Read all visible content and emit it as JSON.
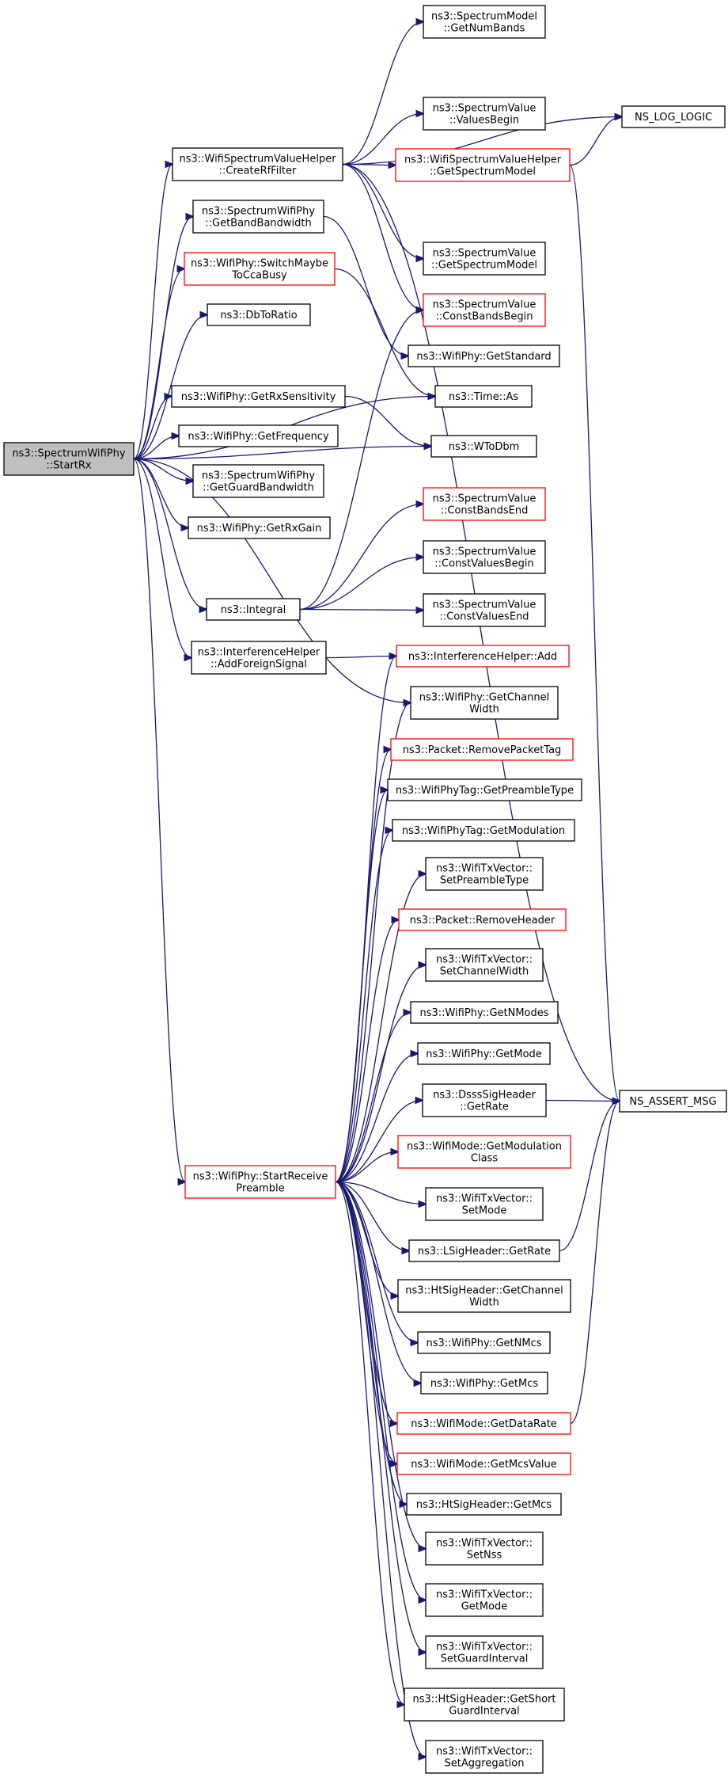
{
  "graph": {
    "nodes": [
      {
        "id": "start_rx",
        "lines": [
          "ns3::SpectrumWifiPhy",
          "::StartRx"
        ],
        "style": "root"
      },
      {
        "id": "create_rf_filter",
        "lines": [
          "ns3::WifiSpectrumValueHelper",
          "::CreateRfFilter"
        ],
        "style": "black"
      },
      {
        "id": "get_band_bandwidth",
        "lines": [
          "ns3::SpectrumWifiPhy",
          "::GetBandBandwidth"
        ],
        "style": "black"
      },
      {
        "id": "switch_maybe_cca",
        "lines": [
          "ns3::WifiPhy::SwitchMaybe",
          "ToCcaBusy"
        ],
        "style": "red"
      },
      {
        "id": "db_to_ratio",
        "lines": [
          "ns3::DbToRatio"
        ],
        "style": "black"
      },
      {
        "id": "get_rx_sensitivity",
        "lines": [
          "ns3::WifiPhy::GetRxSensitivity"
        ],
        "style": "black"
      },
      {
        "id": "get_frequency",
        "lines": [
          "ns3::WifiPhy::GetFrequency"
        ],
        "style": "black"
      },
      {
        "id": "get_guard_bandwidth",
        "lines": [
          "ns3::SpectrumWifiPhy",
          "::GetGuardBandwidth"
        ],
        "style": "black"
      },
      {
        "id": "get_rx_gain",
        "lines": [
          "ns3::WifiPhy::GetRxGain"
        ],
        "style": "black"
      },
      {
        "id": "integral",
        "lines": [
          "ns3::Integral"
        ],
        "style": "black"
      },
      {
        "id": "add_foreign_signal",
        "lines": [
          "ns3::InterferenceHelper",
          "::AddForeignSignal"
        ],
        "style": "black"
      },
      {
        "id": "start_receive_preamble",
        "lines": [
          "ns3::WifiPhy::StartReceive",
          "Preamble"
        ],
        "style": "red"
      },
      {
        "id": "get_num_bands",
        "lines": [
          "ns3::SpectrumModel",
          "::GetNumBands"
        ],
        "style": "black"
      },
      {
        "id": "values_begin",
        "lines": [
          "ns3::SpectrumValue",
          "::ValuesBegin"
        ],
        "style": "black"
      },
      {
        "id": "get_spectrum_model_helper",
        "lines": [
          "ns3::WifiSpectrumValueHelper",
          "::GetSpectrumModel"
        ],
        "style": "red"
      },
      {
        "id": "sv_get_spectrum_model",
        "lines": [
          "ns3::SpectrumValue",
          "::GetSpectrumModel"
        ],
        "style": "black"
      },
      {
        "id": "const_bands_begin",
        "lines": [
          "ns3::SpectrumValue",
          "::ConstBandsBegin"
        ],
        "style": "red"
      },
      {
        "id": "get_standard",
        "lines": [
          "ns3::WifiPhy::GetStandard"
        ],
        "style": "black"
      },
      {
        "id": "time_as",
        "lines": [
          "ns3::Time::As"
        ],
        "style": "black"
      },
      {
        "id": "w_to_dbm",
        "lines": [
          "ns3::WToDbm"
        ],
        "style": "black"
      },
      {
        "id": "const_bands_end",
        "lines": [
          "ns3::SpectrumValue",
          "::ConstBandsEnd"
        ],
        "style": "red"
      },
      {
        "id": "const_values_begin",
        "lines": [
          "ns3::SpectrumValue",
          "::ConstValuesBegin"
        ],
        "style": "black"
      },
      {
        "id": "const_values_end",
        "lines": [
          "ns3::SpectrumValue",
          "::ConstValuesEnd"
        ],
        "style": "black"
      },
      {
        "id": "ih_add",
        "lines": [
          "ns3::InterferenceHelper::Add"
        ],
        "style": "red"
      },
      {
        "id": "get_channel_width",
        "lines": [
          "ns3::WifiPhy::GetChannel",
          "Width"
        ],
        "style": "black"
      },
      {
        "id": "remove_packet_tag",
        "lines": [
          "ns3::Packet::RemovePacketTag"
        ],
        "style": "red"
      },
      {
        "id": "get_preamble_type",
        "lines": [
          "ns3::WifiPhyTag::GetPreambleType"
        ],
        "style": "black"
      },
      {
        "id": "get_modulation",
        "lines": [
          "ns3::WifiPhyTag::GetModulation"
        ],
        "style": "black"
      },
      {
        "id": "set_preamble_type",
        "lines": [
          "ns3::WifiTxVector::",
          "SetPreambleType"
        ],
        "style": "black"
      },
      {
        "id": "remove_header",
        "lines": [
          "ns3::Packet::RemoveHeader"
        ],
        "style": "red"
      },
      {
        "id": "set_channel_width",
        "lines": [
          "ns3::WifiTxVector::",
          "SetChannelWidth"
        ],
        "style": "black"
      },
      {
        "id": "get_n_modes",
        "lines": [
          "ns3::WifiPhy::GetNModes"
        ],
        "style": "black"
      },
      {
        "id": "get_mode",
        "lines": [
          "ns3::WifiPhy::GetMode"
        ],
        "style": "black"
      },
      {
        "id": "dsss_get_rate",
        "lines": [
          "ns3::DsssSigHeader",
          "::GetRate"
        ],
        "style": "black"
      },
      {
        "id": "get_modulation_class",
        "lines": [
          "ns3::WifiMode::GetModulation",
          "Class"
        ],
        "style": "red"
      },
      {
        "id": "set_mode",
        "lines": [
          "ns3::WifiTxVector::",
          "SetMode"
        ],
        "style": "black"
      },
      {
        "id": "lsig_get_rate",
        "lines": [
          "ns3::LSigHeader::GetRate"
        ],
        "style": "black"
      },
      {
        "id": "htsig_get_channel_width",
        "lines": [
          "ns3::HtSigHeader::GetChannel",
          "Width"
        ],
        "style": "black"
      },
      {
        "id": "get_n_mcs",
        "lines": [
          "ns3::WifiPhy::GetNMcs"
        ],
        "style": "black"
      },
      {
        "id": "get_mcs",
        "lines": [
          "ns3::WifiPhy::GetMcs"
        ],
        "style": "black"
      },
      {
        "id": "get_data_rate",
        "lines": [
          "ns3::WifiMode::GetDataRate"
        ],
        "style": "red"
      },
      {
        "id": "get_mcs_value",
        "lines": [
          "ns3::WifiMode::GetMcsValue"
        ],
        "style": "red"
      },
      {
        "id": "htsig_get_mcs",
        "lines": [
          "ns3::HtSigHeader::GetMcs"
        ],
        "style": "black"
      },
      {
        "id": "set_nss",
        "lines": [
          "ns3::WifiTxVector::",
          "SetNss"
        ],
        "style": "black"
      },
      {
        "id": "txv_get_mode",
        "lines": [
          "ns3::WifiTxVector::",
          "GetMode"
        ],
        "style": "black"
      },
      {
        "id": "set_guard_interval",
        "lines": [
          "ns3::WifiTxVector::",
          "SetGuardInterval"
        ],
        "style": "black"
      },
      {
        "id": "get_short_guard_interval",
        "lines": [
          "ns3::HtSigHeader::GetShort",
          "GuardInterval"
        ],
        "style": "black"
      },
      {
        "id": "set_aggregation",
        "lines": [
          "ns3::WifiTxVector::",
          "SetAggregation"
        ],
        "style": "black"
      },
      {
        "id": "ns_log_logic",
        "lines": [
          "NS_LOG_LOGIC"
        ],
        "style": "black"
      },
      {
        "id": "ns_assert_msg",
        "lines": [
          "NS_ASSERT_MSG"
        ],
        "style": "black"
      }
    ],
    "edges": [
      [
        "start_rx",
        "create_rf_filter"
      ],
      [
        "start_rx",
        "get_band_bandwidth"
      ],
      [
        "start_rx",
        "switch_maybe_cca"
      ],
      [
        "start_rx",
        "db_to_ratio"
      ],
      [
        "start_rx",
        "get_rx_sensitivity"
      ],
      [
        "start_rx",
        "get_frequency"
      ],
      [
        "start_rx",
        "get_guard_bandwidth"
      ],
      [
        "start_rx",
        "get_rx_gain"
      ],
      [
        "start_rx",
        "integral"
      ],
      [
        "start_rx",
        "add_foreign_signal"
      ],
      [
        "start_rx",
        "start_receive_preamble"
      ],
      [
        "start_rx",
        "time_as"
      ],
      [
        "start_rx",
        "w_to_dbm"
      ],
      [
        "start_rx",
        "get_channel_width"
      ],
      [
        "create_rf_filter",
        "get_num_bands"
      ],
      [
        "create_rf_filter",
        "ns_log_logic"
      ],
      [
        "create_rf_filter",
        "values_begin"
      ],
      [
        "create_rf_filter",
        "get_spectrum_model_helper"
      ],
      [
        "create_rf_filter",
        "sv_get_spectrum_model"
      ],
      [
        "create_rf_filter",
        "const_bands_begin"
      ],
      [
        "create_rf_filter",
        "ns_assert_msg"
      ],
      [
        "get_spectrum_model_helper",
        "ns_log_logic"
      ],
      [
        "get_spectrum_model_helper",
        "ns_assert_msg"
      ],
      [
        "get_band_bandwidth",
        "get_standard"
      ],
      [
        "switch_maybe_cca",
        "time_as"
      ],
      [
        "get_rx_sensitivity",
        "w_to_dbm"
      ],
      [
        "integral",
        "const_bands_begin"
      ],
      [
        "integral",
        "const_bands_end"
      ],
      [
        "integral",
        "const_values_begin"
      ],
      [
        "integral",
        "const_values_end"
      ],
      [
        "add_foreign_signal",
        "ih_add"
      ],
      [
        "start_receive_preamble",
        "ih_add"
      ],
      [
        "start_receive_preamble",
        "get_channel_width"
      ],
      [
        "start_receive_preamble",
        "remove_packet_tag"
      ],
      [
        "start_receive_preamble",
        "get_preamble_type"
      ],
      [
        "start_receive_preamble",
        "get_modulation"
      ],
      [
        "start_receive_preamble",
        "set_preamble_type"
      ],
      [
        "start_receive_preamble",
        "remove_header"
      ],
      [
        "start_receive_preamble",
        "set_channel_width"
      ],
      [
        "start_receive_preamble",
        "get_n_modes"
      ],
      [
        "start_receive_preamble",
        "get_mode"
      ],
      [
        "start_receive_preamble",
        "dsss_get_rate"
      ],
      [
        "start_receive_preamble",
        "get_modulation_class"
      ],
      [
        "start_receive_preamble",
        "set_mode"
      ],
      [
        "start_receive_preamble",
        "lsig_get_rate"
      ],
      [
        "start_receive_preamble",
        "htsig_get_channel_width"
      ],
      [
        "start_receive_preamble",
        "get_n_mcs"
      ],
      [
        "start_receive_preamble",
        "get_mcs"
      ],
      [
        "start_receive_preamble",
        "get_data_rate"
      ],
      [
        "start_receive_preamble",
        "get_mcs_value"
      ],
      [
        "start_receive_preamble",
        "htsig_get_mcs"
      ],
      [
        "start_receive_preamble",
        "set_nss"
      ],
      [
        "start_receive_preamble",
        "txv_get_mode"
      ],
      [
        "start_receive_preamble",
        "set_guard_interval"
      ],
      [
        "start_receive_preamble",
        "get_short_guard_interval"
      ],
      [
        "start_receive_preamble",
        "set_aggregation"
      ],
      [
        "dsss_get_rate",
        "ns_assert_msg"
      ],
      [
        "lsig_get_rate",
        "ns_assert_msg"
      ],
      [
        "get_data_rate",
        "ns_assert_msg"
      ]
    ]
  },
  "colors": {
    "edge": "#191970",
    "red_border": "#ff0000",
    "root_fill": "#bfbfbf",
    "border": "#000000"
  }
}
